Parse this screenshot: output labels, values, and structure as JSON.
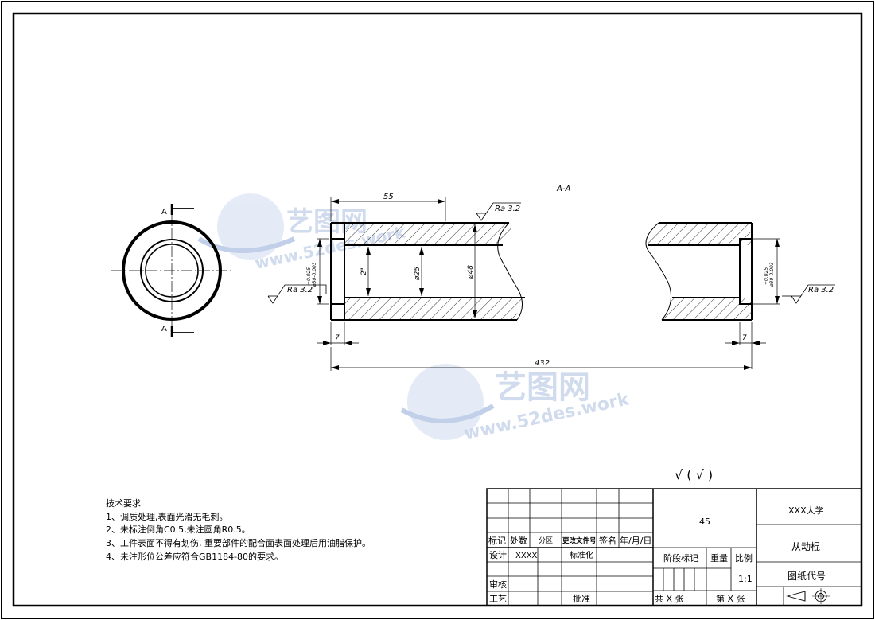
{
  "section": {
    "title": "A-A",
    "cut_label": "A"
  },
  "dimensions": {
    "length_55": "55",
    "chamfer_left": "7",
    "chamfer_right": "7",
    "total_length": "432",
    "dia_25": "ø25",
    "dia_48": "ø48",
    "dia_21": "2\"",
    "tol_upper": "+0.025",
    "tol_lower": "ø30-0.003"
  },
  "roughness": {
    "top": "Ra 3.2",
    "left": "Ra 3.2",
    "right": "Ra 3.2"
  },
  "general_roughness": "√ ( √ )",
  "watermark": {
    "brand": "艺图网",
    "url": "www.52des.work"
  },
  "technical_requirements": {
    "title": "技术要求",
    "items": [
      "1、调质处理,表面光滑无毛刺。",
      "2、未标注倒角C0.5,未注圆角R0.5。",
      "3、工件表面不得有划伤, 重要部件的配合面表面处理后用油脂保护。",
      "4、未注形位公差应符合GB1184-80的要求。"
    ]
  },
  "title_block": {
    "material": "45",
    "school": "XXX大学",
    "part_name": "从动棍",
    "drawing_code": "图纸代号",
    "scale": "1:1",
    "headers": {
      "mark": "标记",
      "count": "处数",
      "zone": "分区",
      "change_doc": "更改文件号",
      "sign": "签名",
      "date": "年/月/日",
      "design": "设计",
      "designer": "XXXX",
      "standard": "标准化",
      "review": "审核",
      "process": "工艺",
      "approve": "批准",
      "stage": "阶段标记",
      "weight": "重量",
      "scale_label": "比例",
      "total_sheets": "共 X 张",
      "sheet_no": "第 X 张"
    }
  }
}
